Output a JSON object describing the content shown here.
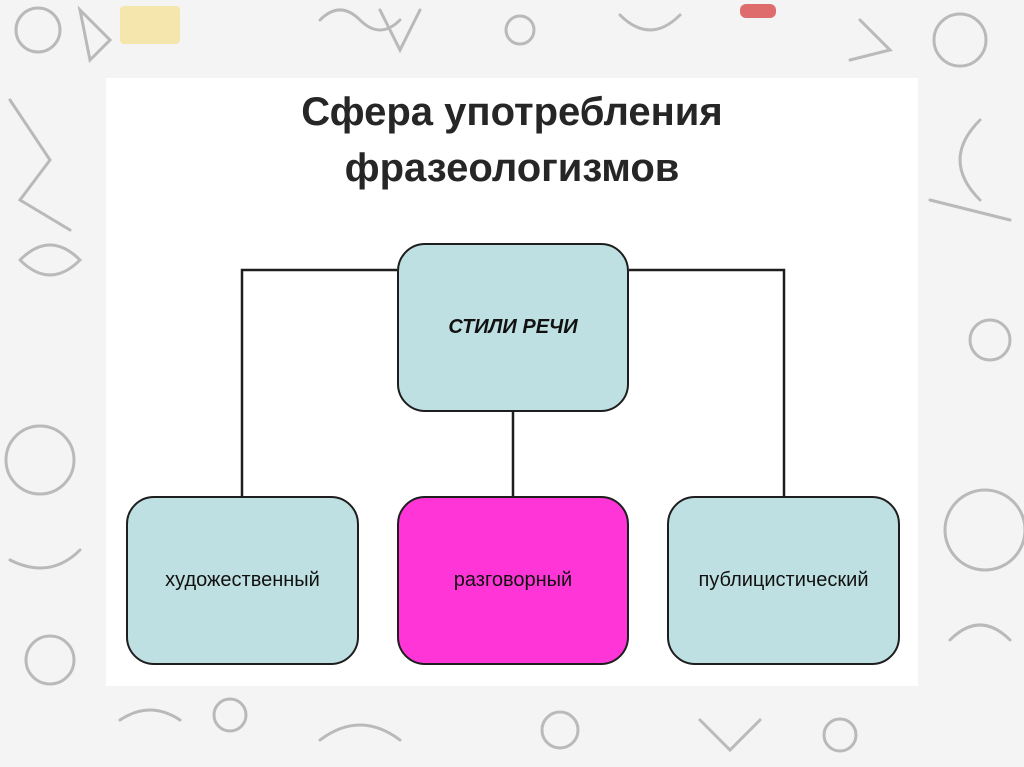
{
  "slide": {
    "title_line1": "Сфера употребления",
    "title_line2": "фразеологизмов"
  },
  "diagram": {
    "root": "СТИЛИ РЕЧИ",
    "children": [
      "художественный",
      "разговорный",
      "публицистический"
    ]
  },
  "colors": {
    "node_fill": "#bfe0e2",
    "highlight_fill": "#ff35d7",
    "line": "#1e1e1e"
  }
}
